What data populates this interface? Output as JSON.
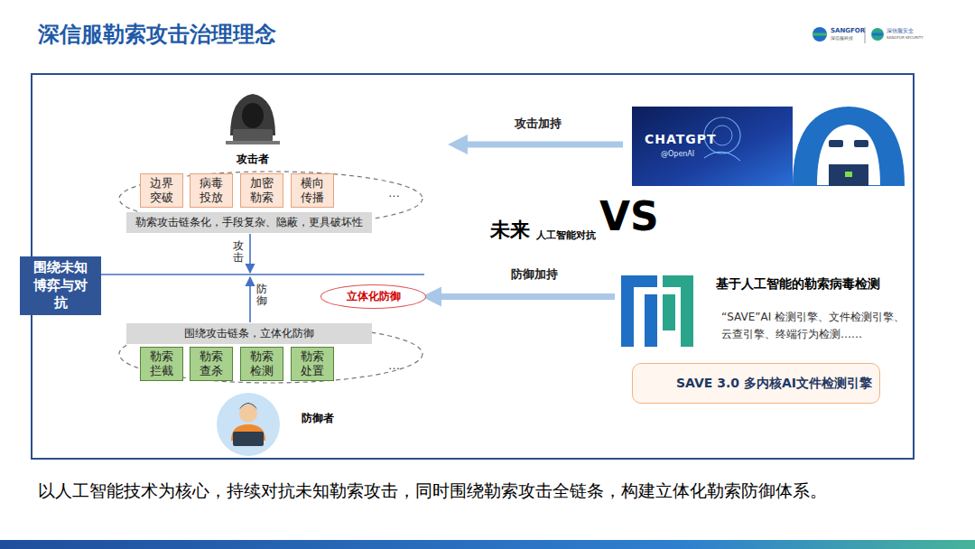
{
  "diagram": {
    "title": "深信服勒索攻击治理理念",
    "caption": "以人工智能技术为核心，持续对抗未知勒索攻击，同时围绕勒索攻击全链条，构建立体化勒索防御体系。",
    "nodes": [
      {
        "text": [
          "攻击者"
        ]
      },
      {
        "text": [
          "边界突破"
        ]
      },
      {
        "text": [
          "病毒投放"
        ]
      },
      {
        "text": [
          "加密勒索"
        ]
      },
      {
        "text": [
          "横向传播"
        ]
      },
      {
        "text": [
          "勒索攻击链条化，手段复杂、隐蔽，更具破坏性"
        ]
      },
      {
        "text": [
          "围绕未知博弈与对抗"
        ]
      },
      {
        "text": [
          "立体化防御"
        ]
      },
      {
        "text": [
          "围绕攻击链条，立体化防御"
        ]
      },
      {
        "text": [
          "勒索拦截"
        ]
      },
      {
        "text": [
          "勒索查杀"
        ]
      },
      {
        "text": [
          "勒索检测"
        ]
      },
      {
        "text": [
          "勒索处置"
        ]
      },
      {
        "text": [
          "防御者"
        ]
      },
      {
        "text": [
          "CHATGPT",
          "@OpenAI"
        ]
      },
      {
        "text": [
          "基于人工智能的勒索病毒检测",
          "“SAVE”AI 检测引擎、文件检测引擎、云查引擎、终端行为检测……"
        ]
      },
      {
        "text": [
          "SAVE 3.0 多内核AI文件检测引擎"
        ]
      }
    ],
    "edges": [
      {
        "from": 5,
        "to": 8,
        "label": "攻击",
        "arrow": "to"
      },
      {
        "from": 8,
        "to": 5,
        "label": "防御",
        "arrow": "to"
      },
      {
        "from": 14,
        "to": 0,
        "label": "攻击加持",
        "arrow": "to"
      },
      {
        "from": 15,
        "to": 7,
        "label": "防御加持",
        "arrow": "to"
      }
    ],
    "labels": [
      "SANGFOR",
      "深信服科技",
      "深信服安全",
      "SANGFOR SECURITY",
      "…",
      "…",
      "未来",
      "人工智能对抗",
      "VS"
    ]
  }
}
